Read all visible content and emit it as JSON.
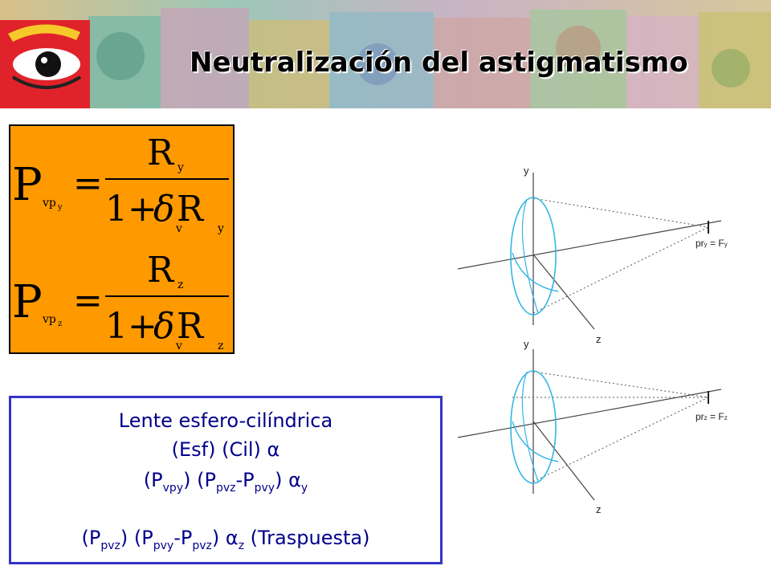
{
  "header": {
    "title": "Neutralización del astigmatismo"
  },
  "formulas": {
    "eq1": {
      "lhs_symbol": "P",
      "lhs_sub_v": "vp",
      "lhs_sub_axis": "y",
      "equals": "=",
      "num_R": "R",
      "num_sub": "y",
      "den_one_plus": "1+",
      "den_delta": "δ",
      "den_R": "R",
      "den_sub_v": "v",
      "den_sub_axis": "y"
    },
    "eq2": {
      "lhs_symbol": "P",
      "lhs_sub_v": "vp",
      "lhs_sub_axis": "z",
      "equals": "=",
      "num_R": "R",
      "num_sub": "z",
      "den_one_plus": "1+",
      "den_delta": "δ",
      "den_R": "R",
      "den_sub_v": "v",
      "den_sub_axis": "z"
    }
  },
  "lens_box": {
    "line1": "Lente esfero-cilíndrica",
    "line2": "(Esf) (Cil) α",
    "line3": {
      "p1": "(P",
      "s1": "vpy",
      "p2": ") (P",
      "s2": "pvz",
      "p3": "-P",
      "s3": "pvy",
      "p4": ")  α",
      "s4": "y"
    },
    "line4": {
      "p1": "(P",
      "s1": "pvz",
      "p2": ") (P",
      "s2": "pvy",
      "p3": "-P",
      "s3": "pvz",
      "p4": ")  α",
      "s4": "z",
      "p5": " (Traspuesta)"
    }
  },
  "diagram": {
    "top": {
      "axis_y": "y",
      "axis_z": "z",
      "label": "pr",
      "label_sub": "y",
      "label_rest": " = F",
      "label_rest_sub": "y"
    },
    "bottom": {
      "axis_y": "y",
      "axis_z": "z",
      "label": "pr",
      "label_sub": "z",
      "label_rest": " = F",
      "label_rest_sub": "z"
    }
  }
}
